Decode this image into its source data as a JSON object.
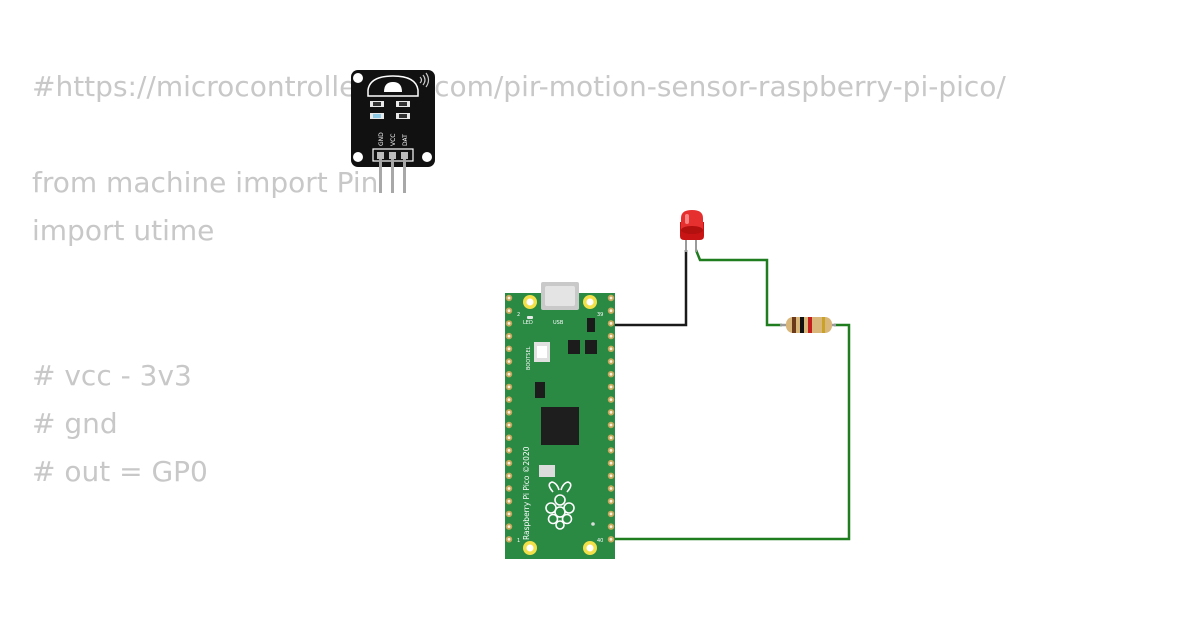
{
  "code": {
    "line_0": "#https://microcontrollerslab.com/pir-motion-sensor-raspberry-pi-pico/",
    "line_2": "from machine import Pin",
    "line_3": "import utime",
    "line_7": "# vcc - 3v3",
    "line_8": "# gnd",
    "line_9": "# out = GP0"
  },
  "pir_sensor": {
    "pins": [
      "GND",
      "VCC",
      "DAT"
    ]
  },
  "pico": {
    "label_led": "LED",
    "label_usb": "USB",
    "label_bootsel": "BOOTSEL",
    "board_text": "Raspberry Pi Pico ©2020",
    "pin_1": "1",
    "pin_2": "2",
    "pin_39": "39",
    "pin_40": "40"
  },
  "colors": {
    "board": "#2a8a44",
    "wire_signal": "#1a1a1a",
    "wire_ground": "#1f7d1f",
    "led": "#e11d1d",
    "sensor": "#111111",
    "code_text": "#c8c8c8"
  }
}
